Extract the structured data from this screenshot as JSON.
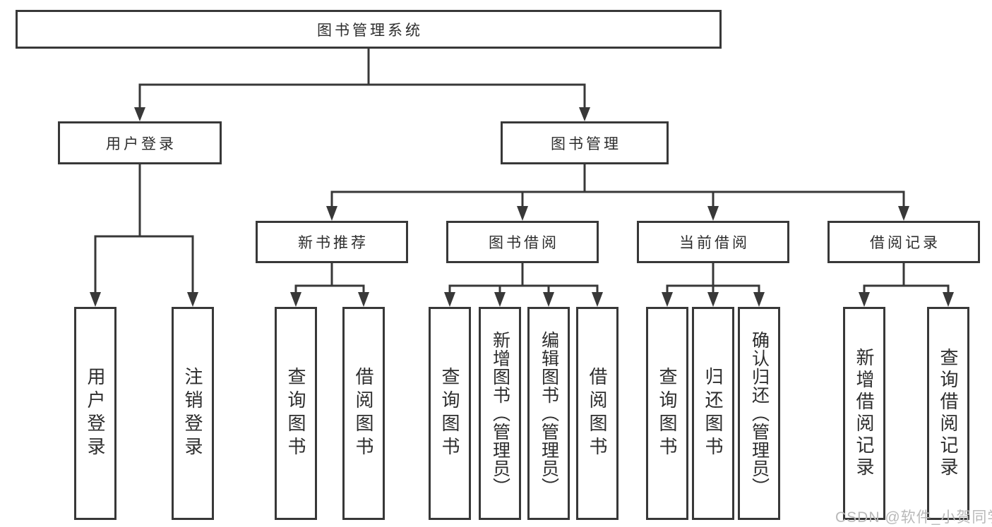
{
  "tree": {
    "root": {
      "label": "图书管理系统"
    },
    "children": [
      {
        "label": "用户登录",
        "children": [
          {
            "label": "用户登录"
          },
          {
            "label": "注销登录"
          }
        ]
      },
      {
        "label": "图书管理",
        "children": [
          {
            "label": "新书推荐",
            "children": [
              {
                "label": "查询图书"
              },
              {
                "label": "借阅图书"
              }
            ]
          },
          {
            "label": "图书借阅",
            "children": [
              {
                "label": "查询图书"
              },
              {
                "label": "新增图书（管理员）"
              },
              {
                "label": "编辑图书（管理员）"
              },
              {
                "label": "借阅图书"
              }
            ]
          },
          {
            "label": "当前借阅",
            "children": [
              {
                "label": "查询图书"
              },
              {
                "label": "归还图书"
              },
              {
                "label": "确认归还（管理员）"
              }
            ]
          },
          {
            "label": "借阅记录",
            "children": [
              {
                "label": "新增借阅记录"
              },
              {
                "label": "查询借阅记录"
              }
            ]
          }
        ]
      }
    ]
  },
  "watermark": {
    "text": "CSDN @软件_小贺同学"
  },
  "colors": {
    "line": "#383838",
    "box_border": "#383838",
    "text": "#2d2d2d",
    "watermark_text": "#b9b9b9",
    "background": "#ffffff"
  }
}
